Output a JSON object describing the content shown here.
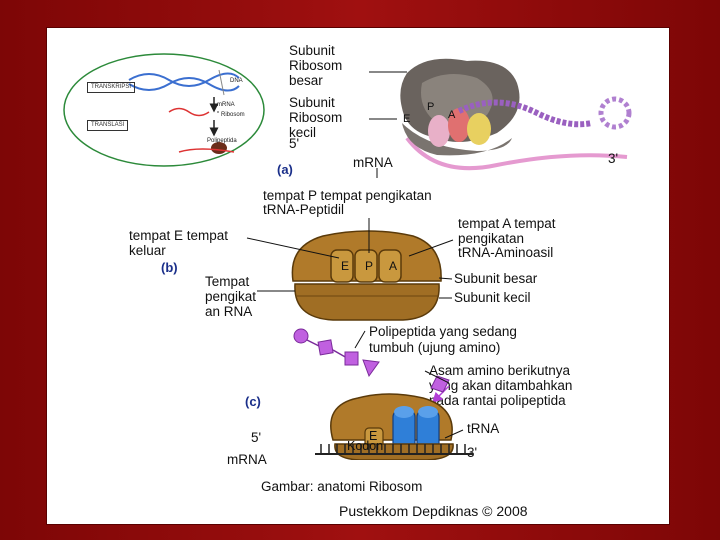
{
  "inset": {
    "transkripsi": "TRANSKRIPSI",
    "dna": "DNA",
    "mrna": "mRNA",
    "ribosom": "Ribosom",
    "translasi": "TRANSLASI",
    "polipeptida": "Polipeptida"
  },
  "a": {
    "tag": "(a)",
    "subunit_besar": [
      "Subunit",
      "Ribosom",
      "besar"
    ],
    "subunit_kecil": [
      "Subunit",
      "Ribosom",
      "kecil"
    ],
    "five_prime": "5'",
    "three_prime": "3'",
    "mrna": "mRNA",
    "site_e": "E",
    "site_p": "P",
    "site_a": "A"
  },
  "b": {
    "tag": "(b)",
    "p_site": [
      "tempat P tempat pengikatan",
      "tRNA-Peptidil"
    ],
    "e_site": [
      "tempat E tempat",
      "keluar"
    ],
    "a_site": [
      "tempat A tempat",
      "pengikatan",
      "tRNA-Aminoasil"
    ],
    "rna_site": [
      "Tempat",
      "pengikat",
      "an RNA"
    ],
    "subunit_besar": "Subunit besar",
    "subunit_kecil": "Subunit kecil",
    "site_e": "E",
    "site_p": "P",
    "site_a": "A"
  },
  "c": {
    "tag": "(c)",
    "polipeptida": [
      "Polipeptida yang sedang",
      "tumbuh (ujung amino)"
    ],
    "asam_amino": [
      "Asam amino berikutnya",
      "yang akan ditambahkan",
      "pada rantai polipeptida"
    ],
    "trna": "tRNA",
    "five_prime": "5'",
    "three_prime": "3'",
    "mrna": "mRNA",
    "kodon": "Kodon",
    "site_e": "E"
  },
  "caption": "Gambar: anatomi Ribosom",
  "credit": "Pustekkom Depdiknas © 2008",
  "colors": {
    "slide_bg": "#8b0a0a",
    "ribosome_brown": "#b07a2a",
    "ribosome_dark": "#7a4f14",
    "trna_blue": "#2f7fd8",
    "polypeptide_purple": "#b23fd6",
    "label_blue": "#1a2f8a"
  }
}
